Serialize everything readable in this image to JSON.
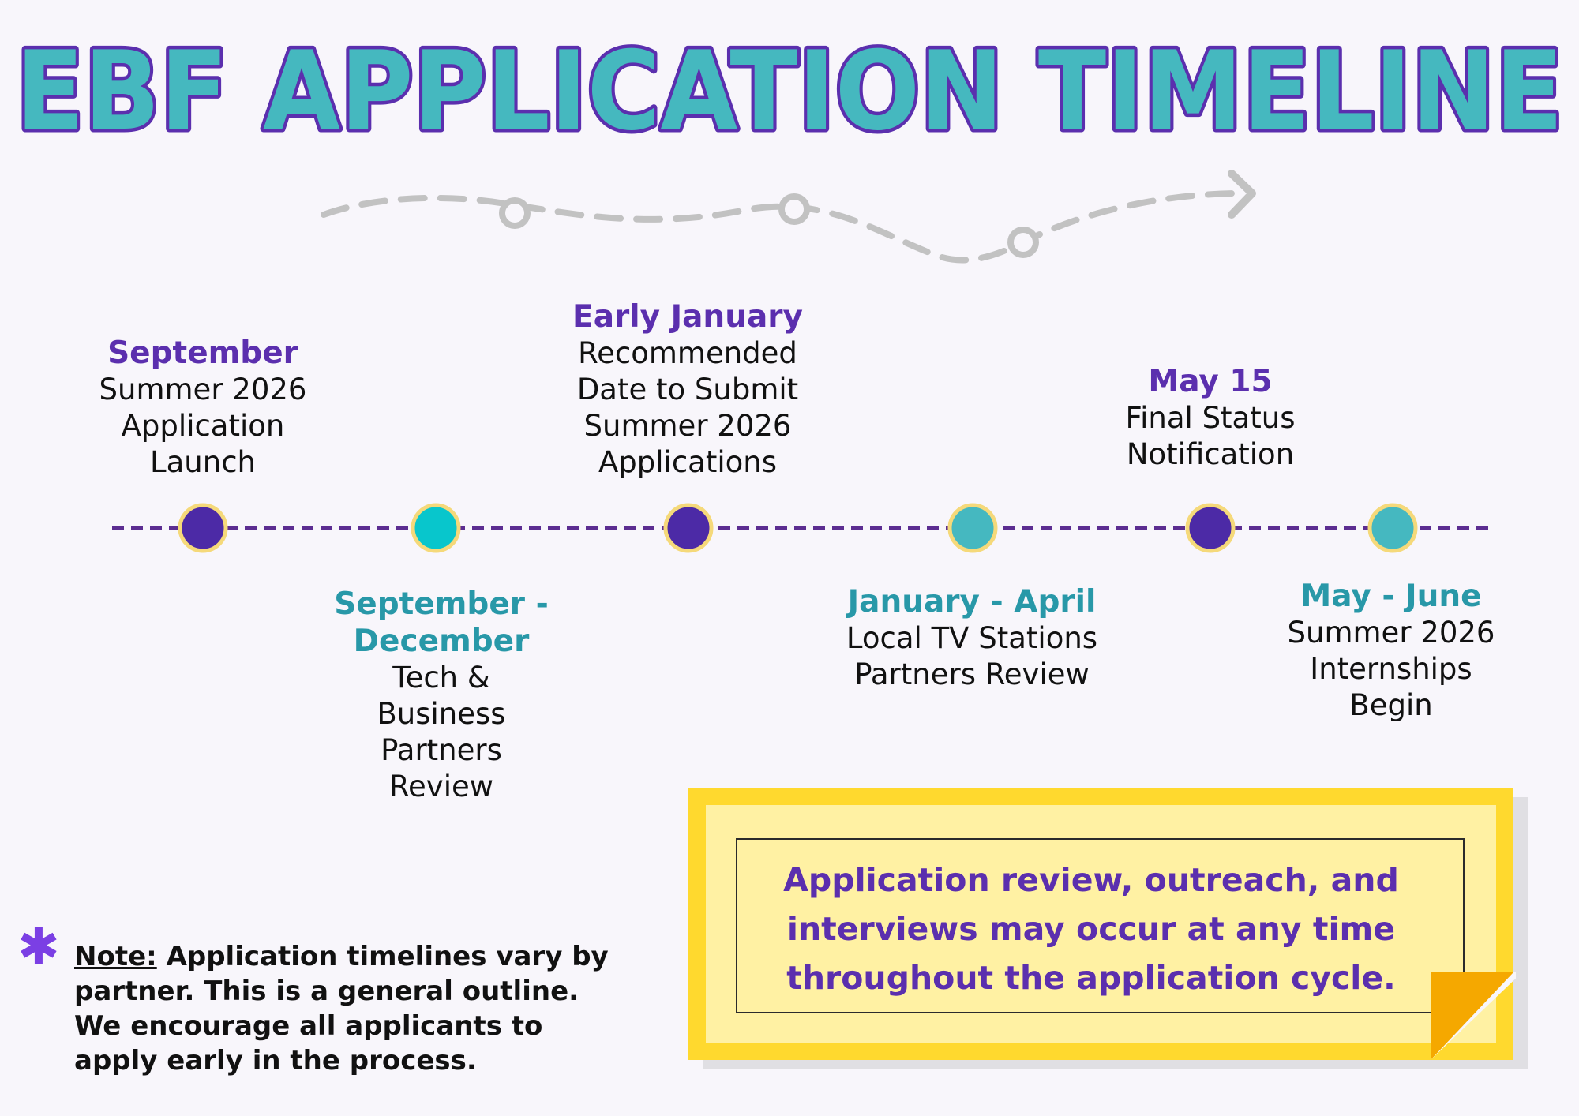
{
  "title": "EBF APPLICATION TIMELINE",
  "colors": {
    "background": "#f8f6fb",
    "title_fill": "#45b8bf",
    "title_outline": "#5b2fae",
    "purple": "#5b2fae",
    "teal": "#2898a8",
    "dot_purple": "#4c2aa6",
    "dot_teal_bright": "#08c6cc",
    "dot_teal": "#45b8c0",
    "dot_border": "#f5d97a",
    "timeline_dash": "#5c2d91",
    "sticky_yellow": "#ffd92e",
    "sticky_inner": "#fff1a3",
    "sticky_fold": "#f5a800",
    "note_star": "#7b3fe4",
    "decor_arrow": "#c2c2c2"
  },
  "milestones": [
    {
      "date": "September",
      "description": "Summer 2026\nApplication\nLaunch",
      "dot": "dot_purple"
    },
    {
      "date": "September -\nDecember",
      "description": "Tech &\nBusiness\nPartners\nReview",
      "dot": "dot_teal_bright"
    },
    {
      "date": "Early January",
      "description": "Recommended\nDate to Submit\nSummer 2026\nApplications",
      "dot": "dot_purple"
    },
    {
      "date": "January - April",
      "description": "Local TV Stations\nPartners Review",
      "dot": "dot_teal"
    },
    {
      "date": "May 15",
      "description": "Final Status\nNotification",
      "dot": "dot_purple"
    },
    {
      "date": "May - June",
      "description": "Summer 2026\nInternships\nBegin",
      "dot": "dot_teal"
    }
  ],
  "note": {
    "label": "Note:",
    "text": " Application timelines vary by partner. This is a general outline. We encourage all applicants to apply early in the process.",
    "icon": "asterisk-icon"
  },
  "callout": {
    "text": "Application review, outreach, and interviews may occur at any time throughout the application cycle."
  },
  "decor_icon": "dashed-arrow-path-icon"
}
